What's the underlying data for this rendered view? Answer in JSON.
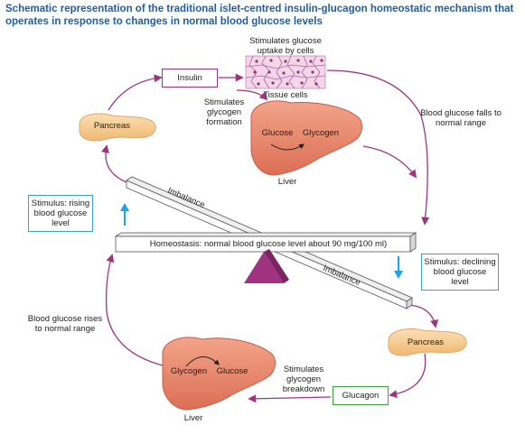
{
  "title": "Schematic representation of the traditional islet-centred insulin-glucagon homeostatic mechanism that operates in response to changes in normal blood glucose levels",
  "colors": {
    "title": "#1f5da6",
    "arrow": "#a0337f",
    "insulin_box": "#a0337f",
    "glucagon_box": "#3aa63a",
    "stimulus_box": "#3a9fd8",
    "up_arrow": "#1ea3e6",
    "liver": "#e8826a",
    "pancreas": "#f5c78e",
    "fulcrum": "#a0337f"
  },
  "top_cycle": {
    "insulin_label": "Insulin",
    "uptake_label": "Stimulates glucose uptake by cells",
    "tissue_label": "Tissue cells",
    "glycogen_formation_label": "Stimulates glycogen formation",
    "pancreas_label": "Pancreas",
    "liver_label": "Liver",
    "liver_glucose": "Glucose",
    "liver_glycogen": "Glycogen",
    "falls_label": "Blood glucose falls to normal range"
  },
  "balance": {
    "homeostasis_label": "Homeostasis: normal blood glucose level about 90 mg/100 ml)",
    "imbalance_top": "Imbalance",
    "imbalance_bottom": "Imbalance",
    "stimulus_rising": "Stimulus: rising blood glucose level",
    "stimulus_declining": "Stimulus: declining blood glucose level"
  },
  "bottom_cycle": {
    "rises_label": "Blood glucose rises to normal range",
    "pancreas_label": "Pancreas",
    "glucagon_label": "Glucagon",
    "breakdown_label": "Stimulates glycogen breakdown",
    "liver_label": "Liver",
    "liver_glycogen": "Glycogen",
    "liver_glucose": "Glucose"
  }
}
